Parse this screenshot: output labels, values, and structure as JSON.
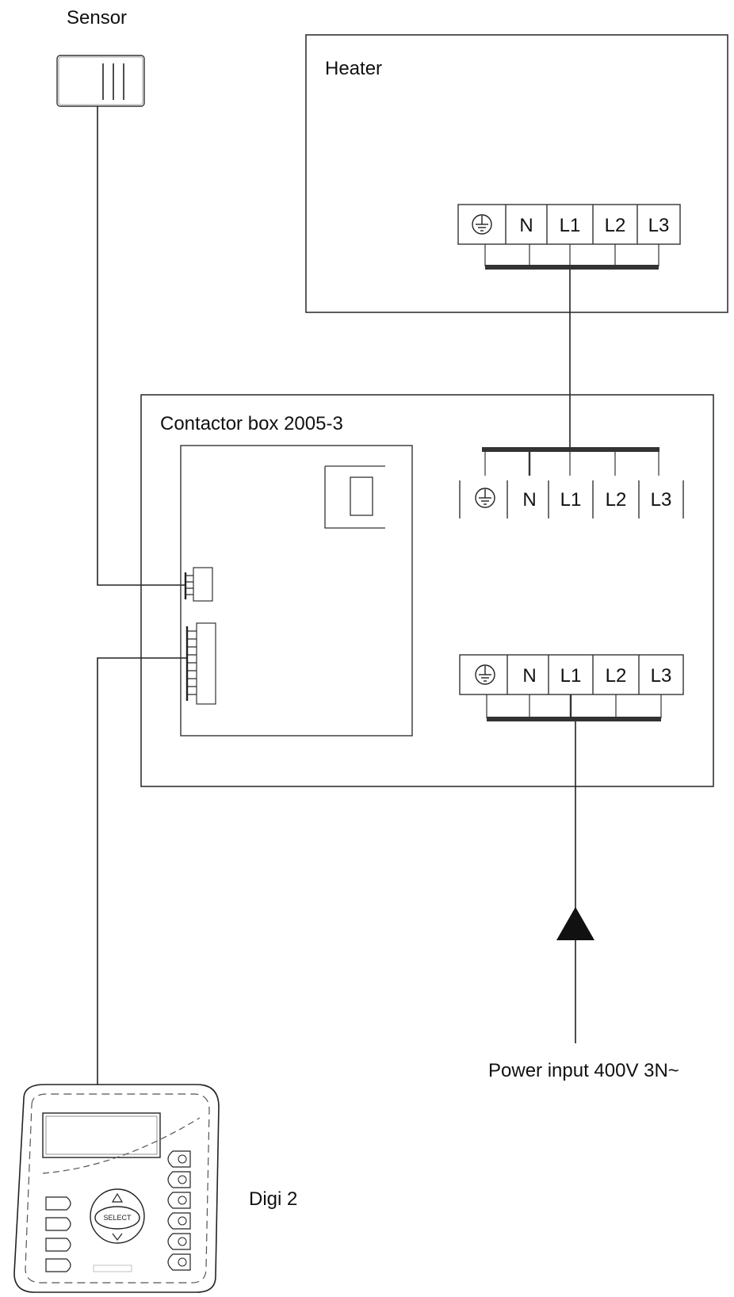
{
  "labels": {
    "sensor": "Sensor",
    "heater": "Heater",
    "contactor_box": "Contactor box 2005-3",
    "power_input": "Power input 400V 3N~",
    "digi": "Digi 2"
  },
  "terminals": {
    "heater": [
      "N",
      "L1",
      "L2",
      "L3"
    ],
    "contactor_upper": [
      "N",
      "L1",
      "L2",
      "L3"
    ],
    "contactor_lower": [
      "N",
      "L1",
      "L2",
      "L3"
    ]
  },
  "icons": {
    "earth": "earth-ground-icon",
    "arrow": "power-arrow-icon"
  }
}
